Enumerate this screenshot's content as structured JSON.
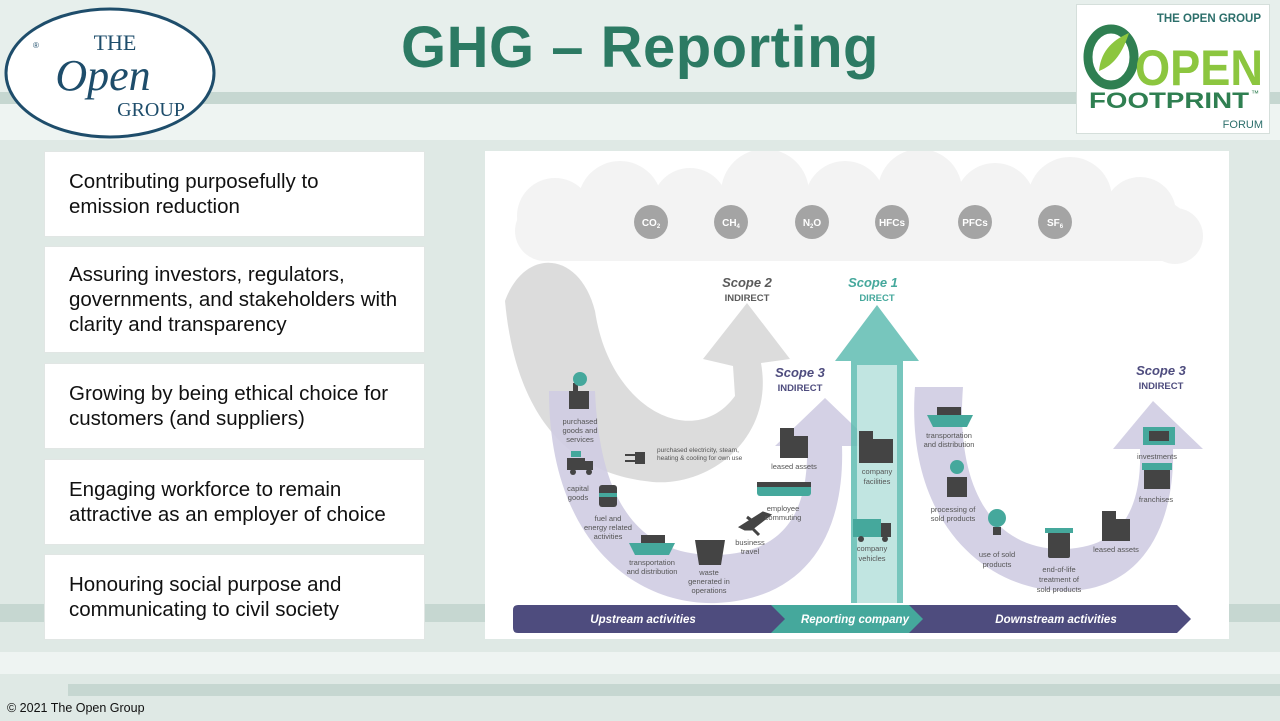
{
  "slide": {
    "title": "GHG – Reporting",
    "copyright": "© 2021 The Open Group"
  },
  "logo_left": {
    "line1": "THE",
    "line2": "Open",
    "line3": "GROUP",
    "mark": "®"
  },
  "logo_right": {
    "top": "THE OPEN GROUP",
    "open": "OPEN",
    "footprint": "FOOTPRINT",
    "tm": "™",
    "forum": "FORUM"
  },
  "bullets": [
    "Contributing purposefully to emission reduction",
    "Assuring investors, regulators, governments, and stakeholders with clarity and transparency",
    "Growing by being ethical choice for customers (and suppliers)",
    "Engaging workforce to remain attractive as an employer of choice",
    "Honouring social purpose and communicating to civil society"
  ],
  "diagram": {
    "gases": [
      {
        "main": "CO",
        "sub": "2"
      },
      {
        "main": "CH",
        "sub": "4"
      },
      {
        "main": "N",
        "sub": "2",
        "tail": "O"
      },
      {
        "main": "HFCs",
        "sub": ""
      },
      {
        "main": "PFCs",
        "sub": ""
      },
      {
        "main": "SF",
        "sub": "6"
      }
    ],
    "scopes": {
      "scope2": {
        "name": "Scope 2",
        "type": "INDIRECT"
      },
      "scope1": {
        "name": "Scope 1",
        "type": "DIRECT"
      },
      "scope3_up": {
        "name": "Scope 3",
        "type": "INDIRECT"
      },
      "scope3_down": {
        "name": "Scope 3",
        "type": "INDIRECT"
      }
    },
    "labels": {
      "purchased_goods": "purchased goods and services",
      "capital_goods": "capital goods",
      "fuel_energy": "fuel and energy related activities",
      "transport_up": "transportation and distribution",
      "waste": "waste generated in operations",
      "business_travel": "business travel",
      "employee_commuting": "employee commuting",
      "leased_assets_up": "leased assets",
      "purchased_electricity": "purchased electricity, steam, heating & cooling for own use",
      "company_facilities": "company facilities",
      "company_vehicles": "company vehicles",
      "transport_down": "transportation and distribution",
      "processing": "processing of sold products",
      "use_sold": "use of sold products",
      "end_of_life": "end-of-life treatment of sold products",
      "leased_assets_down": "leased assets",
      "franchises": "franchises",
      "investments": "investments"
    },
    "activity_bar": {
      "upstream": "Upstream activities",
      "reporting": "Reporting company",
      "downstream": "Downstream activities"
    },
    "colors": {
      "scope2_gray": "#d8d8d8",
      "scope1_teal": "#5fbcb1",
      "scope3_purple": "#cfcce2",
      "bar_purple": "#4e4c7e",
      "bar_teal": "#45a89c",
      "gas_circle": "#a4a4a4",
      "title_green": "#2c7a63"
    }
  }
}
